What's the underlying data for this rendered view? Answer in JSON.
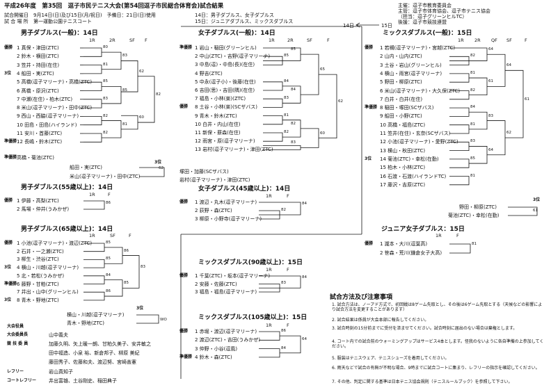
{
  "title": "平成26年度　第35回　逗子市民テニス大会(第54回逗子市民総合体育会)試合結果",
  "header_info": {
    "date_label": "試合開催日",
    "date_value": "9月14日(日)及び15日(月/祝日)　予備日：21日(日)使用",
    "venue_label": "試 合 場 所",
    "venue_value": "第一運動公園テニスコート",
    "day14": "14日：男子ダブルス、女子ダブルス",
    "day15": "15日：ジュニアダブルス、ミックスダブルス"
  },
  "organizers": [
    "主催：逗子市教育委員会",
    "主管：逗子市体育協会、逗子市テニス協会",
    "（担当：逗子グリーンヒルTC）",
    "後援：逗子市競技連盟"
  ],
  "arrow_labels": {
    "left": "14日",
    "right": "15日"
  },
  "round_headers": {
    "r1": "1R",
    "r2": "2R",
    "qf": "QF",
    "sf": "SF",
    "f": "F"
  },
  "winner_label": "優勝",
  "runner_label": "準優勝",
  "third_label": "3位",
  "mens_open": {
    "title": "男子ダブルス(一般)：14日",
    "entries": [
      "1 真保・津田(ZTC)",
      "2 鈴木・横田(ZTC)",
      "3 笠井・持田(在住)",
      "4 船田・実(ZTC)",
      "5 高橋(逗子マリーナ)・高橋(ZTC)",
      "6 髙橋・原沢(ZTC)",
      "7 中瀬(在住)・柏木(ZTC)",
      "8 米山(逗子マリーナ)・田中(ZTC)",
      "9 西山・西脇(逗子マリーナ)",
      "10 田島・田島(ハイランド)",
      "11 安川・首藤(ZTC)",
      "12 長嶋・鈴木(ZTC)"
    ],
    "marks": [
      {
        "row": 0,
        "t": "優勝"
      },
      {
        "row": 3,
        "t": "3位"
      },
      {
        "row": 11,
        "t": "準優勝"
      }
    ],
    "runnerup_name": "12 長嶋・鈴木(ZTC)",
    "runnerup_side": "高橋・菊池(ZTC)",
    "third": [
      "船田・実(ZTC)",
      "米山(逗子マリーナ)・田中(ZTC)"
    ],
    "scores": {
      "r1": [
        "80",
        "81",
        "85",
        "83",
        "82",
        "82"
      ],
      "r2": [
        "83",
        "85",
        "81"
      ],
      "sf": [
        "62",
        "60"
      ],
      "f": "82",
      "third": "62"
    }
  },
  "mens_55": {
    "title": "男子ダブルス(55歳以上)：14日",
    "entries": [
      "1 伊藤・高梨(ZTC)",
      "2 馬場・仲井(うみかぜ)"
    ],
    "score": "86"
  },
  "mens_65": {
    "title": "男子ダブルス(65歳以上)：14日",
    "entries": [
      "1 小池(逗子マリーナ)・渡辺(ZTC)",
      "2 石井・一之瀬(ZTC)",
      "3 柳生・渋谷(ZTC)",
      "4 横山・川越(逗子マリーナ)",
      "5 北・若松(うみかぜ)",
      "6 藤野・甘粕(ZTC)",
      "7 井出・山中(グリーンヒル)",
      "8 青木・野地(ZTC)"
    ],
    "marks": [
      {
        "row": 0,
        "t": "優勝"
      },
      {
        "row": 3,
        "t": "3位"
      },
      {
        "row": 5,
        "t": "準優勝"
      },
      {
        "row": 7,
        "t": "3位"
      }
    ],
    "third": [
      "横山・川越(逗子マリーナ)",
      "青木・野地(ZTC)"
    ],
    "third_score": "WO",
    "scores": {
      "r1": [
        "85",
        "85",
        "84",
        "86"
      ],
      "sf": [
        "86",
        "85"
      ],
      "f": "83"
    }
  },
  "officials": {
    "rows": [
      {
        "label": "大会役員",
        "value": ""
      },
      {
        "label": "大会委員長",
        "value": "山中義夫"
      },
      {
        "label": "競 技 委 員",
        "value": "加藤久明、矢上暖一朗、甘粕久美子、安井敏之"
      },
      {
        "label": "",
        "value": "田中福造、小泉 裕、新倉邦子、柳原 美紀"
      },
      {
        "label": "",
        "value": "藤田秀子、佐藤和夫、渡辺努、宮崎善憲"
      },
      {
        "label": "レフリー",
        "value": "岩山真知子"
      },
      {
        "label": "コートレフリー",
        "value": "井出富雄、土谷剛史、稲田典子"
      }
    ]
  },
  "womens_open": {
    "title": "女子ダブルス(一般)：14日",
    "entries": [
      "1 岩山・稲田(グリーンヒル)",
      "2 中山(ZTC)・吉野(逗子マリーナ)",
      "3 中島(逗)・中島(長)(在住)",
      "4 野吉(ZTC)",
      "5 中永(逗子小)・後藤(在住)",
      "6 吉田(思)・吉田(隅)(在住)",
      "7 福島・小林(楽)(ZTC)",
      "8 土谷・小林(楽)(SCザバス)",
      "9 青木・鈴木(ZTC)",
      "10 白井・内山(在住)",
      "11 新保・薪森(在住)",
      "12 雨宮・原(逗子マリーナ)",
      "13 岩村(逗子マリーナ)・津田(ZTC)"
    ],
    "marks": [
      {
        "row": 0,
        "t": "準優勝"
      },
      {
        "row": 7,
        "t": "優勝"
      }
    ],
    "third": [
      "塚田・加藤(SCザバス)",
      "岩村(逗子マリーナ)・津田(ZTC)"
    ],
    "scores": {
      "r1": [
        "85",
        "84",
        "83",
        "81",
        "82"
      ],
      "r2": [
        "85",
        "84",
        "82",
        "83"
      ],
      "sf": [
        "65",
        "60"
      ],
      "f": "62"
    }
  },
  "womens_45": {
    "title": "女子ダブルス(45歳以上)：14日",
    "entries": [
      "1 渡辺・丸木(逗子マリーナ)",
      "2 荻野・森(ZTC)",
      "3 柳原・小野寺(逗子マリーナ)"
    ],
    "marks": [
      {
        "row": 0,
        "t": "優勝"
      }
    ],
    "scores": [
      "84",
      "82"
    ]
  },
  "mixed_90": {
    "title": "ミックスダブルス(90歳以上)：15日",
    "entries": [
      "1 千葉(ZTC)・坂本(逗子マリーナ)",
      "2 安藤・佐藤(ZTC)",
      "3 福島・福島(逗子マリーナ)"
    ],
    "marks": [
      {
        "row": 0,
        "t": "優勝"
      }
    ],
    "scores": [
      "84",
      "83"
    ]
  },
  "mixed_105": {
    "title": "ミックスダブルス(105歳以上)：15日",
    "entries": [
      "1 赤堀・渡辺(逗子マリーナ)",
      "2 渡辺(ZTC)・吉田(うみかぜ)",
      "3 仲野・小谷(逗風)",
      "4 鈴木・森(ZTC)"
    ],
    "marks": [
      {
        "row": 0,
        "t": "優勝"
      },
      {
        "row": 3,
        "t": "準優勝"
      }
    ],
    "scores": [
      "86",
      "84",
      "64"
    ]
  },
  "mixed_open": {
    "title": "ミックスダブルス(一般)：15日",
    "entries": [
      "1 若槻(逗子マリーナ)・宮越(ZTC)",
      "2 山内・山内(ZTC)",
      "3 土谷・岩山(グリーンヒル)",
      "4 横山・雨宮(逗子マリーナ)",
      "5 野田・柳原(ZTC)",
      "6 米山(逗子マリーナ)・大久保(ZTC)",
      "7 白井・白井(在住)",
      "8 稲田・塚田(SCザバス)",
      "9 船田・小野(ZTC)",
      "10 高橋・福島(ZTC)",
      "11 笠井(在住)・玄奈(SCザバス)",
      "12 小池(逗子マリーナ)・愛野(ZTC)",
      "13 横山・秋田(ZTC)",
      "14 菊池(ZTC)・幸松(在勤)",
      "15 柏木・小林(ZTC)",
      "16 石渡・石渡(ハイランドTC)",
      "17 藤沢・吉原(ZTC)"
    ],
    "marks": [
      {
        "row": 0,
        "t": "優勝"
      },
      {
        "row": 7,
        "t": "準優勝"
      },
      {
        "row": 13,
        "t": "3位"
      }
    ],
    "third": [
      "野田・柳原(ZTC)",
      "菊池(ZTC)・幸松(在勤)"
    ],
    "third_score": "61",
    "scores": {
      "r1": [
        "82",
        "81",
        "82",
        "84",
        "81",
        "83",
        "85",
        "81"
      ],
      "qf": [
        "64",
        "61",
        "83",
        "64"
      ],
      "sf": [
        "64",
        "62"
      ],
      "f": "61"
    }
  },
  "junior_girls": {
    "title": "ジュニア女子ダブルス：15日",
    "entries": [
      "1 瀧本・大川(逗葉高)",
      "2 笹森・荒川(鎌倉女子大高)"
    ],
    "marks": [
      {
        "row": 0,
        "t": "優勝"
      }
    ],
    "score": "81"
  },
  "notes": {
    "title": "試合方法及び注意事項",
    "items": [
      "1. 試合方法は、ノーアド方式で、初回戦は8ゲーム先取とし、その後は6ゲーム先取とする（天候などの影響により試合方法を変更することがあります）",
      "2. 試合結果は係員が大会本部に報告してください。",
      "3. 試合時刻の15分前までに受付を済ませてください。試合時刻に届出のない場合は棄権とします。",
      "4. コート内での試合前のウォーミングアップはサービス4本とします。怪我のないように各自準備の上参加してください。",
      "5. 服装はテニスウェア、テニスシューズを着用してください。",
      "6. 雨天などで試合の有無が不明な場合、9時までに試合コートに集まり、レフリーの指示を確認してください。",
      "7. その他、判定に関する基準は日本テニス協会規則（テニスルールブック）を参照して下さい。"
    ]
  }
}
